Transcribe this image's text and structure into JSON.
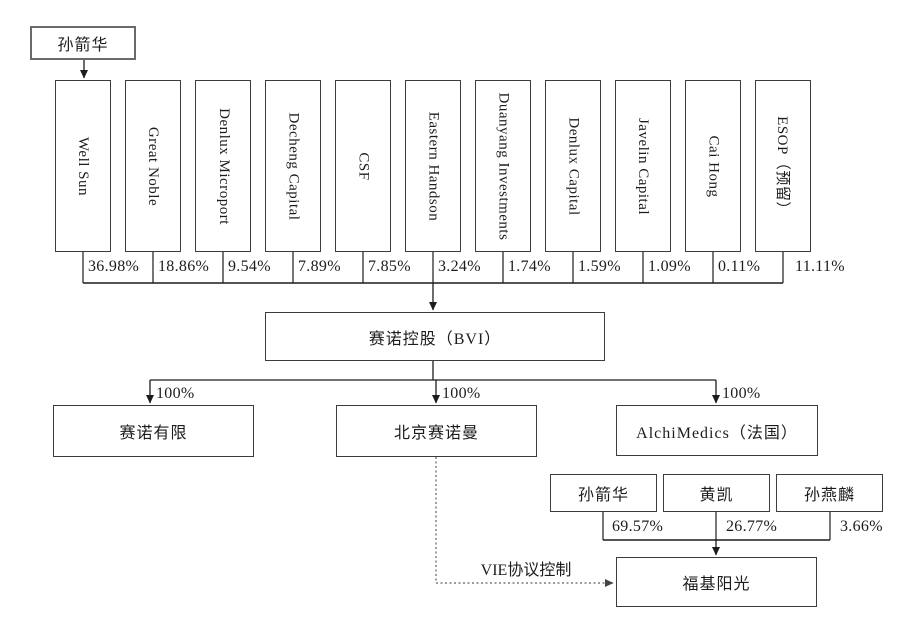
{
  "top_person": {
    "name": "孙箭华"
  },
  "shareholders": [
    {
      "name": "Well Sun",
      "pct": "36.98%"
    },
    {
      "name": "Great Noble",
      "pct": "18.86%"
    },
    {
      "name": "Denlux Microport",
      "pct": "9.54%"
    },
    {
      "name": "Decheng Capital",
      "pct": "7.89%"
    },
    {
      "name": "CSF",
      "pct": "7.85%"
    },
    {
      "name": "Eastern Handson",
      "pct": "3.24%"
    },
    {
      "name": "Duanyang Investments",
      "pct": "1.74%"
    },
    {
      "name": "Denlux Capital",
      "pct": "1.59%"
    },
    {
      "name": "Javelin Capital",
      "pct": "1.09%"
    },
    {
      "name": "Cai Hong",
      "pct": "0.11%"
    },
    {
      "name": "ESOP（预留）",
      "pct": "11.11%"
    }
  ],
  "holding_company": {
    "name": "赛诺控股（BVI）"
  },
  "subsidiaries": [
    {
      "name": "赛诺有限",
      "pct": "100%"
    },
    {
      "name": "北京赛诺曼",
      "pct": "100%"
    },
    {
      "name": "AlchiMedics（法国）",
      "pct": "100%"
    }
  ],
  "vie": {
    "label": "VIE协议控制",
    "entity": "福基阳光"
  },
  "vie_entity_owners": [
    {
      "name": "孙箭华",
      "pct": "69.57%"
    },
    {
      "name": "黄凯",
      "pct": "26.77%"
    },
    {
      "name": "孙燕麟",
      "pct": "3.66%"
    }
  ],
  "colors": {
    "line": "#1c1c1c",
    "dotted_line": "#5f5f5f",
    "background": "#ffffff"
  }
}
